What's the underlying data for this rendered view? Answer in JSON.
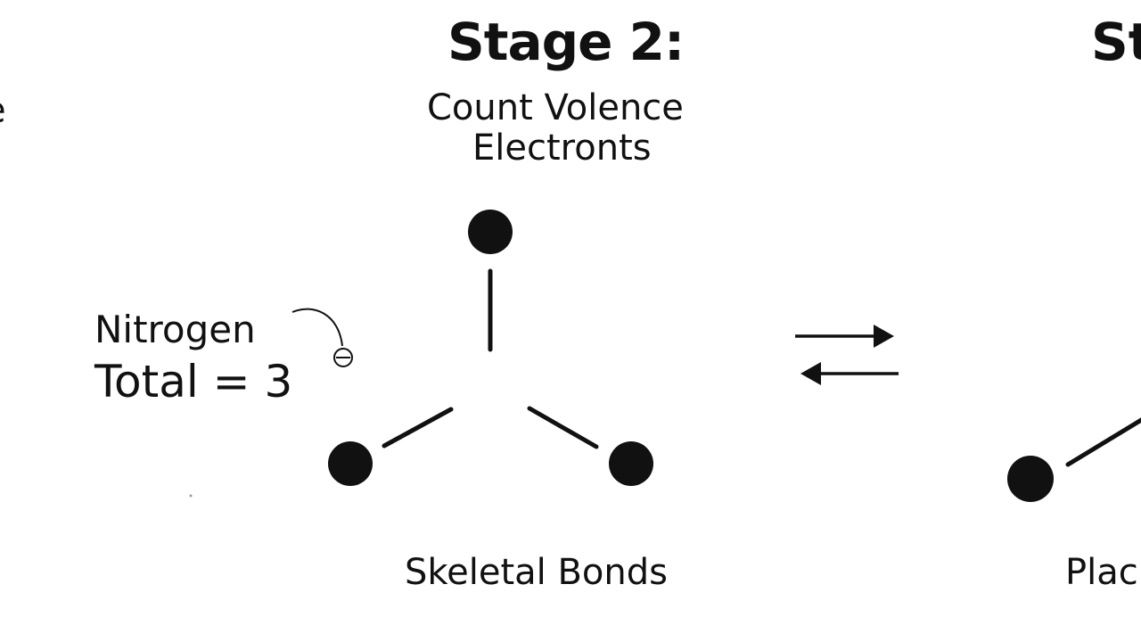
{
  "current_stage": {
    "title": "Stage 2:",
    "subtitle_line1": "Count Volence",
    "subtitle_line2": "Electronts",
    "element_label": "Nitrogen",
    "total_label": "Total = 3",
    "caption": "Skeletal Bonds"
  },
  "next_stage_partial": {
    "title_fragment": "St",
    "caption_fragment": "Plac"
  },
  "previous_stage_partial": {
    "text_fragment": "e"
  },
  "colors": {
    "ink": "#111111",
    "background": "#ffffff"
  },
  "icons": {
    "equilibrium": "equilibrium-arrows-icon",
    "annotation": "curved-pointer-icon",
    "atom": "atom-dot-icon",
    "bond": "bond-line-icon"
  }
}
